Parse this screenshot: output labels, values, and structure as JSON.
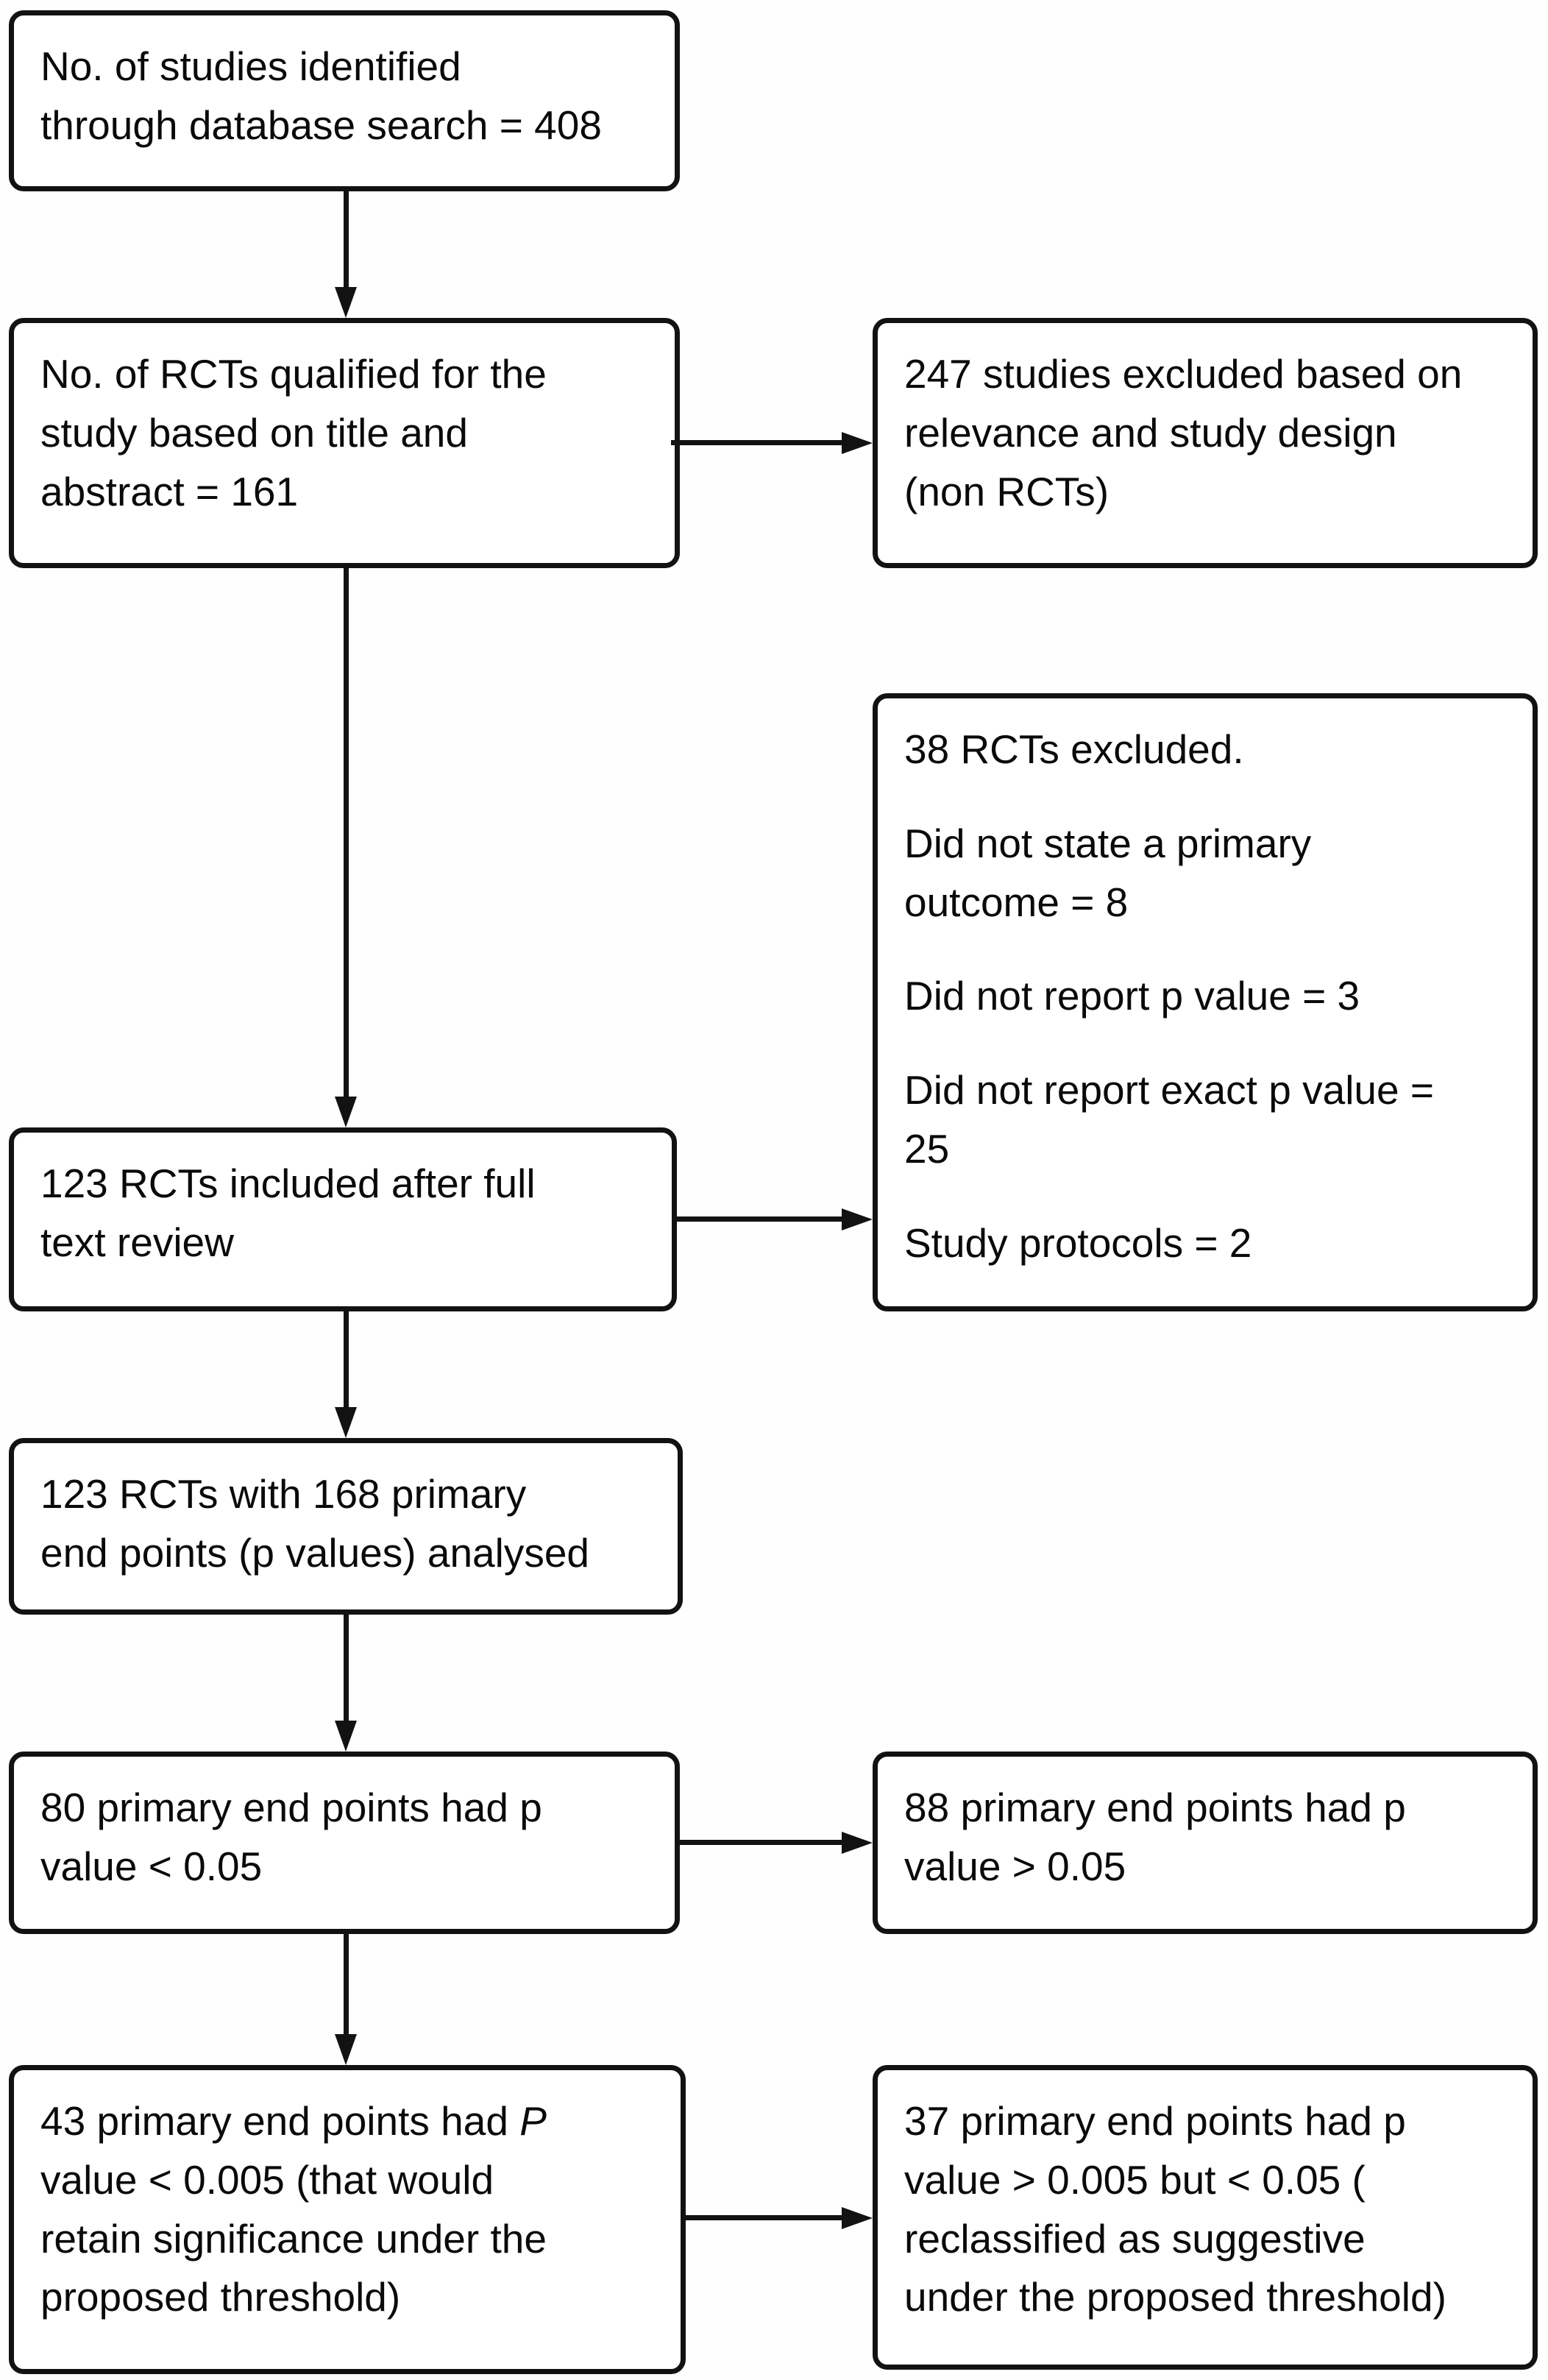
{
  "figure": {
    "type": "flowchart",
    "title": "Study selection flow diagram",
    "background_color": "#ffffff",
    "line_color": "#121212",
    "text_color": "#0a0a0a"
  },
  "nodes": [
    {
      "id": "studies-identified",
      "paragraphs": [
        [
          [
            {
              "t": "No. of studies identified"
            }
          ],
          [
            {
              "t": "through database search = 408"
            }
          ]
        ]
      ]
    },
    {
      "id": "rcts-qualified",
      "paragraphs": [
        [
          [
            {
              "t": "No. of RCTs qualified for the"
            }
          ],
          [
            {
              "t": "study based on title and"
            }
          ],
          [
            {
              "t": "abstract = 161"
            }
          ]
        ]
      ]
    },
    {
      "id": "studies-excluded",
      "paragraphs": [
        [
          [
            {
              "t": "247 studies excluded based on"
            }
          ],
          [
            {
              "t": "relevance and study design"
            }
          ],
          [
            {
              "t": "(non RCTs)"
            }
          ]
        ]
      ]
    },
    {
      "id": "rcts-excluded",
      "paragraphs": [
        [
          [
            {
              "t": "38 RCTs excluded."
            }
          ]
        ],
        [
          [
            {
              "t": "Did not state a primary"
            }
          ],
          [
            {
              "t": "outcome = 8"
            }
          ]
        ],
        [
          [
            {
              "t": "Did not report p value = 3"
            }
          ]
        ],
        [
          [
            {
              "t": "Did not report exact p value ="
            }
          ],
          [
            {
              "t": "25"
            }
          ]
        ],
        [
          [
            {
              "t": "Study protocols = 2"
            }
          ]
        ]
      ]
    },
    {
      "id": "rcts-included",
      "paragraphs": [
        [
          [
            {
              "t": "123 RCTs included after full"
            }
          ],
          [
            {
              "t": "text review"
            }
          ]
        ]
      ]
    },
    {
      "id": "rcts-analysed",
      "paragraphs": [
        [
          [
            {
              "t": "123 RCTs with 168 primary"
            }
          ],
          [
            {
              "t": "end points (p values) analysed"
            }
          ]
        ]
      ]
    },
    {
      "id": "significant-endpoints",
      "paragraphs": [
        [
          [
            {
              "t": "80 primary end points had p"
            }
          ],
          [
            {
              "t": "value < 0.05"
            }
          ]
        ]
      ]
    },
    {
      "id": "nonsignificant-endpoints",
      "paragraphs": [
        [
          [
            {
              "t": "88 primary end points had p"
            }
          ],
          [
            {
              "t": "value > 0.05"
            }
          ]
        ]
      ]
    },
    {
      "id": "retained-endpoints",
      "paragraphs": [
        [
          [
            {
              "t": "43 primary end points had "
            },
            {
              "t": "P",
              "i": true
            }
          ],
          [
            {
              "t": "value < 0.005 (that would"
            }
          ],
          [
            {
              "t": "retain significance under the"
            }
          ],
          [
            {
              "t": "proposed threshold)"
            }
          ]
        ]
      ]
    },
    {
      "id": "suggestive-endpoints",
      "paragraphs": [
        [
          [
            {
              "t": "37 primary end points had p"
            }
          ],
          [
            {
              "t": "value > 0.005 but < 0.05 ("
            }
          ],
          [
            {
              "t": "reclassified as suggestive"
            }
          ],
          [
            {
              "t": "under the proposed threshold)"
            }
          ]
        ]
      ]
    }
  ],
  "edges": [
    {
      "from": "studies-identified",
      "to": "rcts-qualified",
      "direction": "down"
    },
    {
      "from": "rcts-qualified",
      "to": "studies-excluded",
      "direction": "right"
    },
    {
      "from": "rcts-qualified",
      "to": "rcts-included",
      "direction": "down"
    },
    {
      "from": "rcts-included",
      "to": "rcts-excluded",
      "direction": "right"
    },
    {
      "from": "rcts-included",
      "to": "rcts-analysed",
      "direction": "down"
    },
    {
      "from": "rcts-analysed",
      "to": "significant-endpoints",
      "direction": "down"
    },
    {
      "from": "significant-endpoints",
      "to": "nonsignificant-endpoints",
      "direction": "right"
    },
    {
      "from": "significant-endpoints",
      "to": "retained-endpoints",
      "direction": "down"
    },
    {
      "from": "retained-endpoints",
      "to": "suggestive-endpoints",
      "direction": "right"
    }
  ]
}
